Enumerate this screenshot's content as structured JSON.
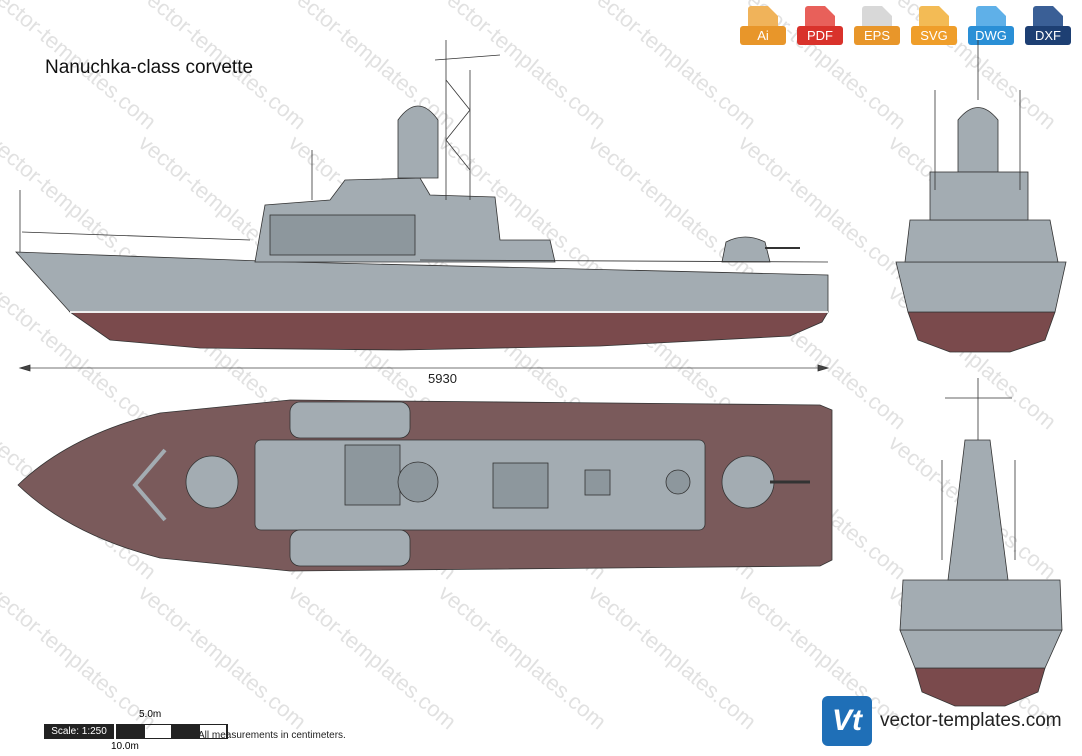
{
  "title": "Nanuchka-class corvette",
  "formats": [
    {
      "label": "Ai",
      "icon": "ai-file-icon",
      "color": "#e8962a"
    },
    {
      "label": "PDF",
      "icon": "pdf-file-icon",
      "color": "#d9322b"
    },
    {
      "label": "EPS",
      "icon": "eps-file-icon",
      "color": "#e8962a"
    },
    {
      "label": "SVG",
      "icon": "svg-file-icon",
      "color": "#ef9e2a"
    },
    {
      "label": "DWG",
      "icon": "dwg-file-icon",
      "color": "#2a8fd6"
    },
    {
      "label": "DXF",
      "icon": "dxf-file-icon",
      "color": "#1d3f73"
    }
  ],
  "dimension": {
    "length_label": "5930"
  },
  "scale": {
    "label": "Scale: 1:250",
    "half": "5.0m",
    "full": "10.0m"
  },
  "measure_note": "All measurements in centimeters.",
  "brand": {
    "logo_text": "Vt",
    "name": "vector-templates.com"
  },
  "watermark_text": "vector-templates.com",
  "colors": {
    "hull_gray": "#a3acb2",
    "hull_red": "#7a4a4c",
    "deck_brown": "#7a5a5b",
    "outline": "#333333"
  }
}
